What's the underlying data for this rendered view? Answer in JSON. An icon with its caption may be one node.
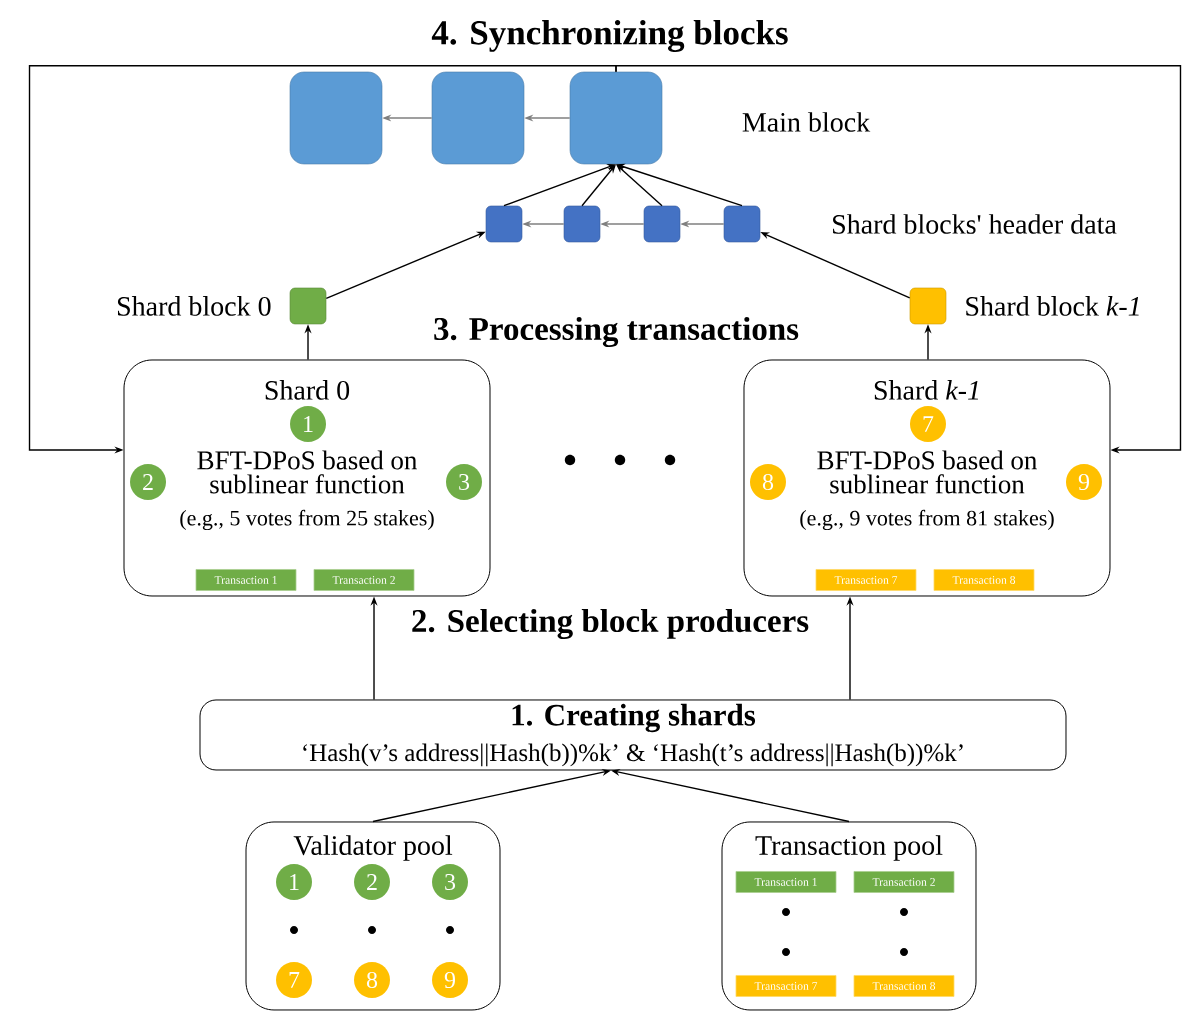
{
  "diagram": {
    "nodes": [
      {
        "text": [],
        "shape": "box"
      },
      {
        "text": [],
        "shape": "box"
      },
      {
        "text": [],
        "shape": "box"
      },
      {
        "text": [],
        "shape": "box"
      },
      {
        "text": [],
        "shape": "box"
      },
      {
        "text": [],
        "shape": "box"
      },
      {
        "text": [],
        "shape": "box"
      },
      {
        "text": [],
        "shape": "box",
        "beside": [
          "Shard block 0"
        ]
      },
      {
        "text": [],
        "shape": "box",
        "beside": [
          "Shard block *k-1*"
        ]
      },
      {
        "text": [
          "Shard 0",
          "BFT-DPoS based on sublinear function",
          "(e.g., 5 votes from 25 stakes)"
        ]
      },
      {
        "text": [
          "1"
        ],
        "in": 9
      },
      {
        "text": [
          "2"
        ],
        "in": 9
      },
      {
        "text": [
          "3"
        ],
        "in": 9
      },
      {
        "text": [
          "Transaction 1"
        ],
        "in": 9
      },
      {
        "text": [
          "Transaction 2"
        ],
        "in": 9
      },
      {
        "text": [
          "Shard *k-1*",
          "BFT-DPoS based on sublinear function",
          "(e.g., 9 votes from 81 stakes)"
        ]
      },
      {
        "text": [
          "7"
        ],
        "in": 15
      },
      {
        "text": [
          "8"
        ],
        "in": 15
      },
      {
        "text": [
          "9"
        ],
        "in": 15
      },
      {
        "text": [
          "Transaction 7"
        ],
        "in": 15
      },
      {
        "text": [
          "Transaction 8"
        ],
        "in": 15
      },
      {
        "text": [
          "1. Creating shards",
          "‘Hash(v’s address||Hash(b))%k’ & ‘Hash(t’s address||Hash(b))%k’"
        ]
      },
      {
        "text": [
          "Validator pool"
        ]
      },
      {
        "text": [
          "1"
        ],
        "in": 22
      },
      {
        "text": [
          "2"
        ],
        "in": 22
      },
      {
        "text": [
          "3"
        ],
        "in": 22
      },
      {
        "text": [
          "7"
        ],
        "in": 22
      },
      {
        "text": [
          "8"
        ],
        "in": 22
      },
      {
        "text": [
          "9"
        ],
        "in": 22
      },
      {
        "text": [
          "Transaction pool"
        ]
      },
      {
        "text": [
          "Transaction 1"
        ],
        "in": 29
      },
      {
        "text": [
          "Transaction 2"
        ],
        "in": 29
      },
      {
        "text": [
          "Transaction 7"
        ],
        "in": 29
      },
      {
        "text": [
          "Transaction 8"
        ],
        "in": 29
      }
    ],
    "edges": [
      {
        "from": 1,
        "to": 0,
        "arrow": "to",
        "color": "#7f7f7f"
      },
      {
        "from": 2,
        "to": 1,
        "arrow": "to",
        "color": "#7f7f7f"
      },
      {
        "from": 4,
        "to": 3,
        "arrow": "to",
        "color": "#7f7f7f"
      },
      {
        "from": 5,
        "to": 4,
        "arrow": "to",
        "color": "#7f7f7f"
      },
      {
        "from": 6,
        "to": 5,
        "arrow": "to",
        "color": "#7f7f7f"
      },
      {
        "from": 3,
        "to": 2,
        "arrow": "to"
      },
      {
        "from": 4,
        "to": 2,
        "arrow": "to"
      },
      {
        "from": 5,
        "to": 2,
        "arrow": "to"
      },
      {
        "from": 6,
        "to": 2,
        "arrow": "to"
      },
      {
        "from": 7,
        "to": 3,
        "arrow": "to"
      },
      {
        "from": 8,
        "to": 6,
        "arrow": "to"
      },
      {
        "from": 9,
        "to": 7,
        "arrow": "to"
      },
      {
        "from": 15,
        "to": 8,
        "arrow": "to"
      },
      {
        "from": 2,
        "to": 9,
        "arrow": "to"
      },
      {
        "from": 2,
        "to": 15,
        "arrow": "to"
      },
      {
        "from": 21,
        "to": 9,
        "arrow": "to"
      },
      {
        "from": 21,
        "to": 15,
        "arrow": "to"
      },
      {
        "from": 22,
        "to": 21,
        "arrow": "to"
      },
      {
        "from": 29,
        "to": 21,
        "arrow": "to"
      }
    ],
    "labels": [
      "4. Synchronizing blocks",
      "Main block",
      "Shard blocks' header data",
      "3. Processing transactions",
      "2. Selecting block producers"
    ]
  }
}
